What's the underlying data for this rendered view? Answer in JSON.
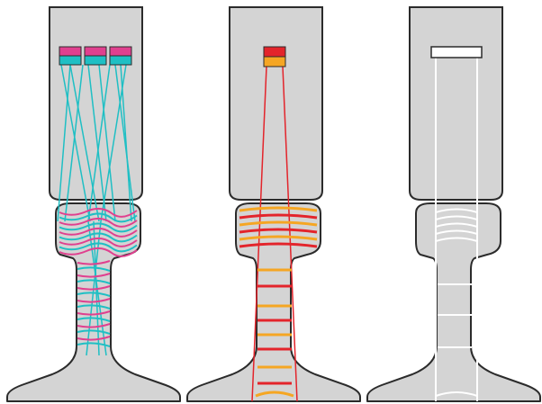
{
  "colors": {
    "background": "#ffffff",
    "body_fill": "#d4d4d4",
    "outline": "#2b2b2b",
    "panel1_top": "#e0408f",
    "panel1_bottom": "#1fbfc4",
    "panel1_beam": "#1fbfc4",
    "panel1_echo_pink": "#e0408f",
    "panel1_echo_cyan": "#1fbfc4",
    "panel2_top": "#e3242b",
    "panel2_bottom": "#f5a623",
    "panel2_beam": "#e3242b",
    "panel2_echo_red": "#e3242b",
    "panel2_echo_orange": "#f5a623",
    "panel3_sensor": "#ffffff",
    "panel3_lines": "#ffffff"
  },
  "panels": [
    {
      "id": "phased-array",
      "sensor_type": "three-element transducer"
    },
    {
      "id": "single-probe",
      "sensor_type": "single-element transducer"
    },
    {
      "id": "coverage-outline",
      "sensor_type": "blank sensor outline"
    }
  ]
}
